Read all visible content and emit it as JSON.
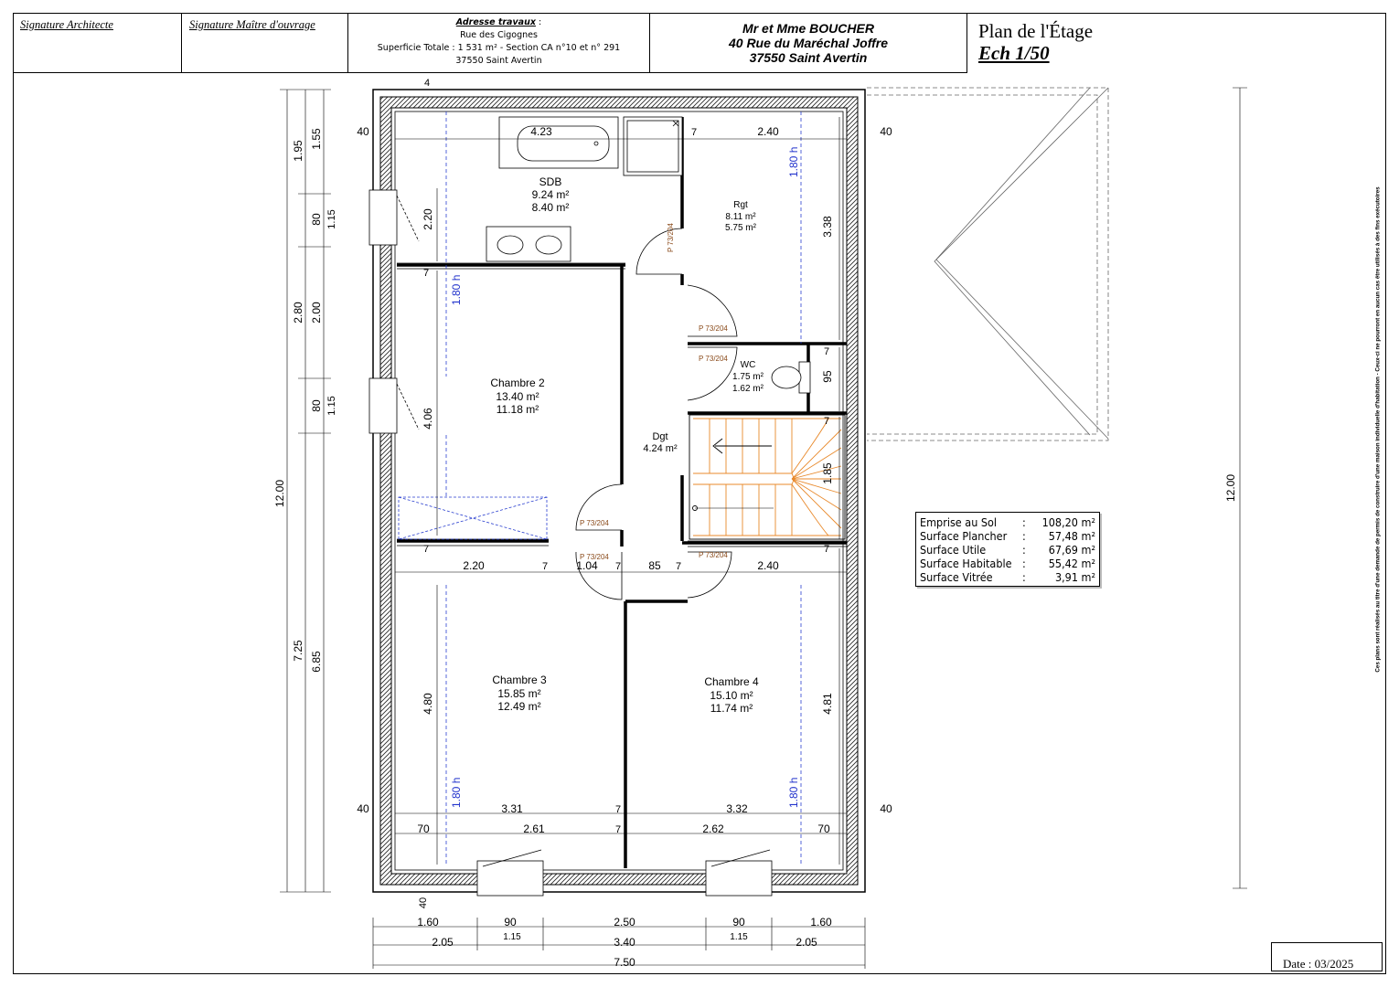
{
  "header": {
    "signature_architect": "Signature Architecte",
    "signature_owner": "Signature Maître d'ouvrage",
    "site_title": "Adresse travaux",
    "site_street": "Rue des Cigognes",
    "site_area": "Superficie Totale : 1 531 m² - Section CA n°10 et n° 291",
    "site_city": "37550 Saint Avertin",
    "client_name": "Mr et Mme BOUCHER",
    "client_street": "40 Rue du Maréchal Joffre",
    "client_city": "37550 Saint Avertin",
    "plan_title": "Plan de l'Étage",
    "plan_scale": "Ech 1/50"
  },
  "rooms": {
    "sdb": {
      "name": "SDB",
      "area1": "9.24 m²",
      "area2": "8.40 m²"
    },
    "rgt": {
      "name": "Rgt",
      "area1": "8.11 m²",
      "area2": "5.75 m²"
    },
    "wc": {
      "name": "WC",
      "area1": "1.75 m²",
      "area2": "1.62 m²"
    },
    "ch2": {
      "name": "Chambre 2",
      "area1": "13.40 m²",
      "area2": "11.18 m²"
    },
    "dgt": {
      "name": "Dgt",
      "area1": "4.24 m²"
    },
    "ch3": {
      "name": "Chambre 3",
      "area1": "15.85 m²",
      "area2": "12.49 m²"
    },
    "ch4": {
      "name": "Chambre 4",
      "area1": "15.10 m²",
      "area2": "11.74 m²"
    }
  },
  "doors": {
    "label": "P 73/204"
  },
  "heights": {
    "label": "1.80 h"
  },
  "dims": {
    "top_sdb": "4.23",
    "top_rgt": "2.40",
    "top_left": "40",
    "top_right": "40",
    "wall4": "4",
    "rgt_h": "3.38",
    "sdb_h": "2.20",
    "ch2_h": "4.06",
    "wc_h": "95",
    "stair_h": "1.85",
    "w7": "7",
    "mid_220": "2.20",
    "mid_104": "1.04",
    "mid_85": "85",
    "mid_240": "2.40",
    "ch3_h": "4.80",
    "ch4_h": "4.81",
    "bot_331": "3.31",
    "bot_332": "3.32",
    "bot_70": "70",
    "bot_261": "2.61",
    "bot_262": "2.62",
    "bot_40": "40",
    "f_160": "1.60",
    "f_90": "90",
    "f_250": "2.50",
    "f_115": "1.15",
    "f_205": "2.05",
    "f_340": "3.40",
    "f_750": "7.50",
    "l_195": "1.95",
    "l_155": "1.55",
    "l_80": "80",
    "l_115": "1.15",
    "l_280": "2.80",
    "l_200": "2.00",
    "l_1200": "12.00",
    "l_725": "7.25",
    "l_685": "6.85",
    "r_1200": "12.00"
  },
  "stats": [
    {
      "label": "Emprise au Sol",
      "value": "108,20 m²"
    },
    {
      "label": "Surface Plancher",
      "value": "57,48 m²"
    },
    {
      "label": "Surface Utile",
      "value": "67,69 m²"
    },
    {
      "label": "Surface Habitable",
      "value": "55,42 m²"
    },
    {
      "label": "Surface Vitrée",
      "value": "3,91 m²"
    }
  ],
  "date": "Date : 03/2025",
  "side_note": "Ces plans sont réalisés au titre d'une demande de permis de construire d'une maison individuelle d'habitation - Ceux-ci ne pourront en aucun cas être utilisés à des fins exécutoires"
}
